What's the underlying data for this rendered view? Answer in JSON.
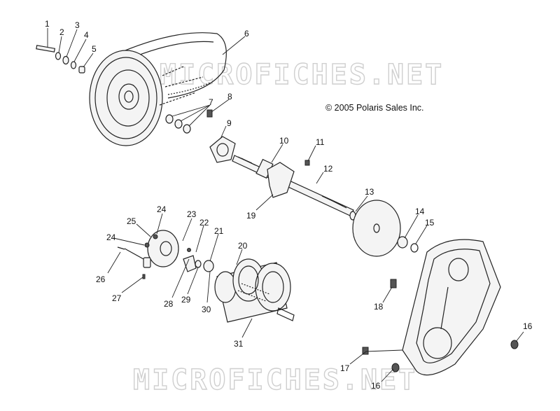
{
  "diagram": {
    "copyright": "© 2005 Polaris Sales Inc.",
    "watermark_top": "MICROFICHES.NET",
    "watermark_bottom": "MICROFICHES.NET",
    "callouts": [
      "1",
      "2",
      "3",
      "4",
      "5",
      "6",
      "7",
      "8",
      "9",
      "10",
      "11",
      "12",
      "13",
      "14",
      "15",
      "16",
      "16",
      "17",
      "18",
      "19",
      "20",
      "21",
      "22",
      "23",
      "24",
      "24",
      "25",
      "26",
      "27",
      "28",
      "29",
      "30",
      "31"
    ]
  }
}
